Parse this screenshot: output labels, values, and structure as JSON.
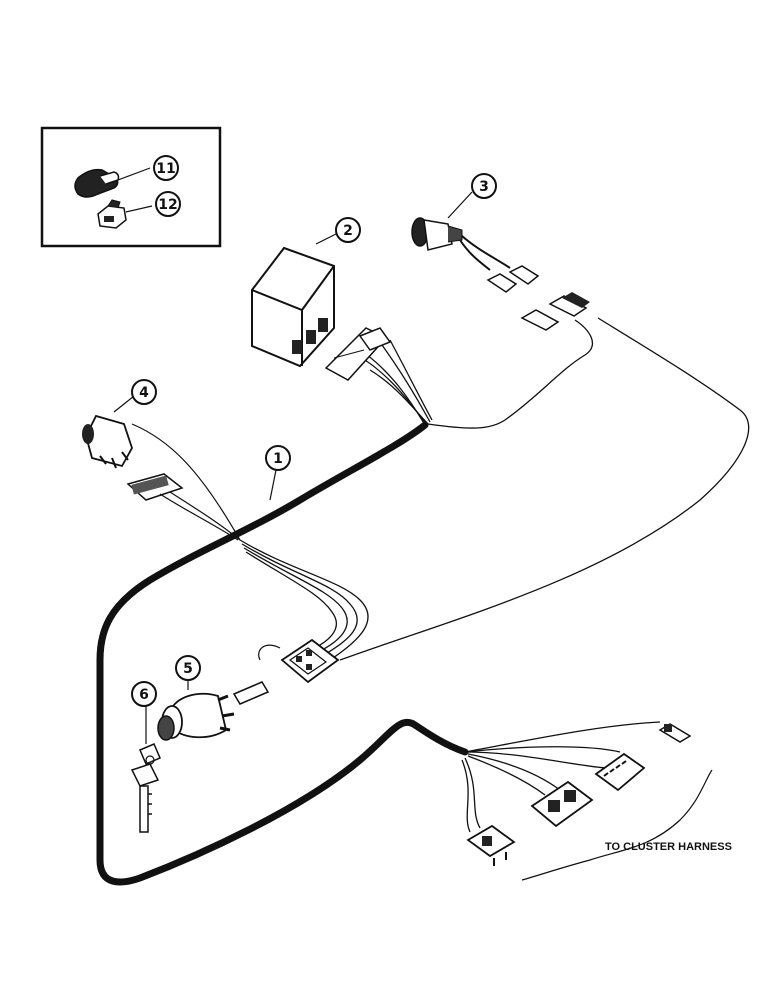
{
  "callouts": {
    "c1": "1",
    "c2": "2",
    "c3": "3",
    "c4": "4",
    "c5": "5",
    "c6": "6",
    "c11": "11",
    "c12": "12"
  },
  "caption": "TO CLUSTER HARNESS"
}
